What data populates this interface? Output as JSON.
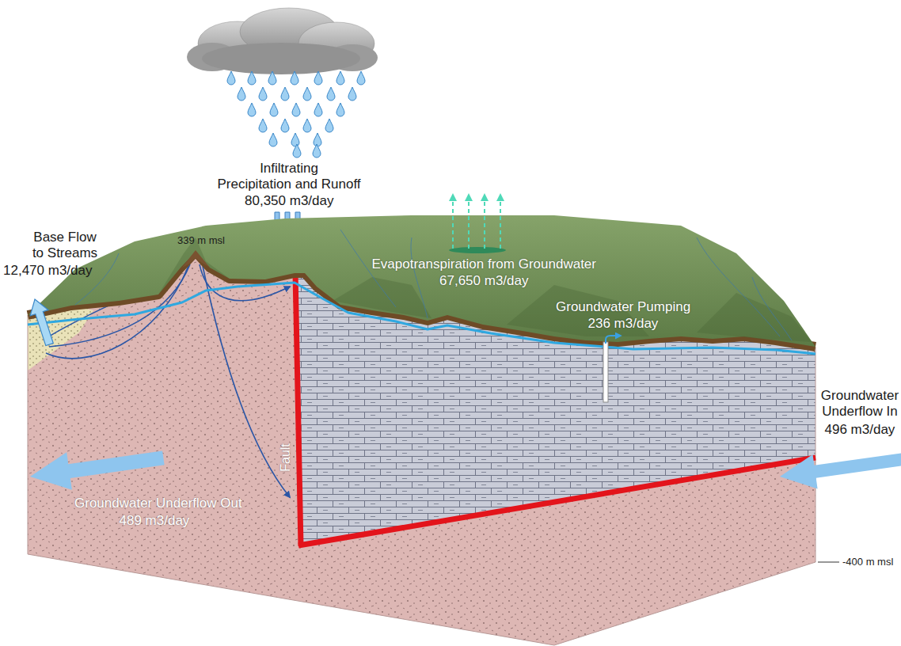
{
  "diagram": {
    "labels": [
      "Infiltrating Precipitation and Runoff",
      "80,350 m3/day",
      "Base Flow to Streams",
      "12,470 m3/day",
      "339 m msl",
      "Evapotranspiration from Groundwater",
      "67,650 m3/day",
      "Groundwater Pumping",
      "236 m3/day",
      "Groundwater Underflow In",
      "496 m3/day",
      "Fault",
      "Groundwater Underflow Out",
      "489 m3/day",
      "-400 m msl"
    ]
  }
}
